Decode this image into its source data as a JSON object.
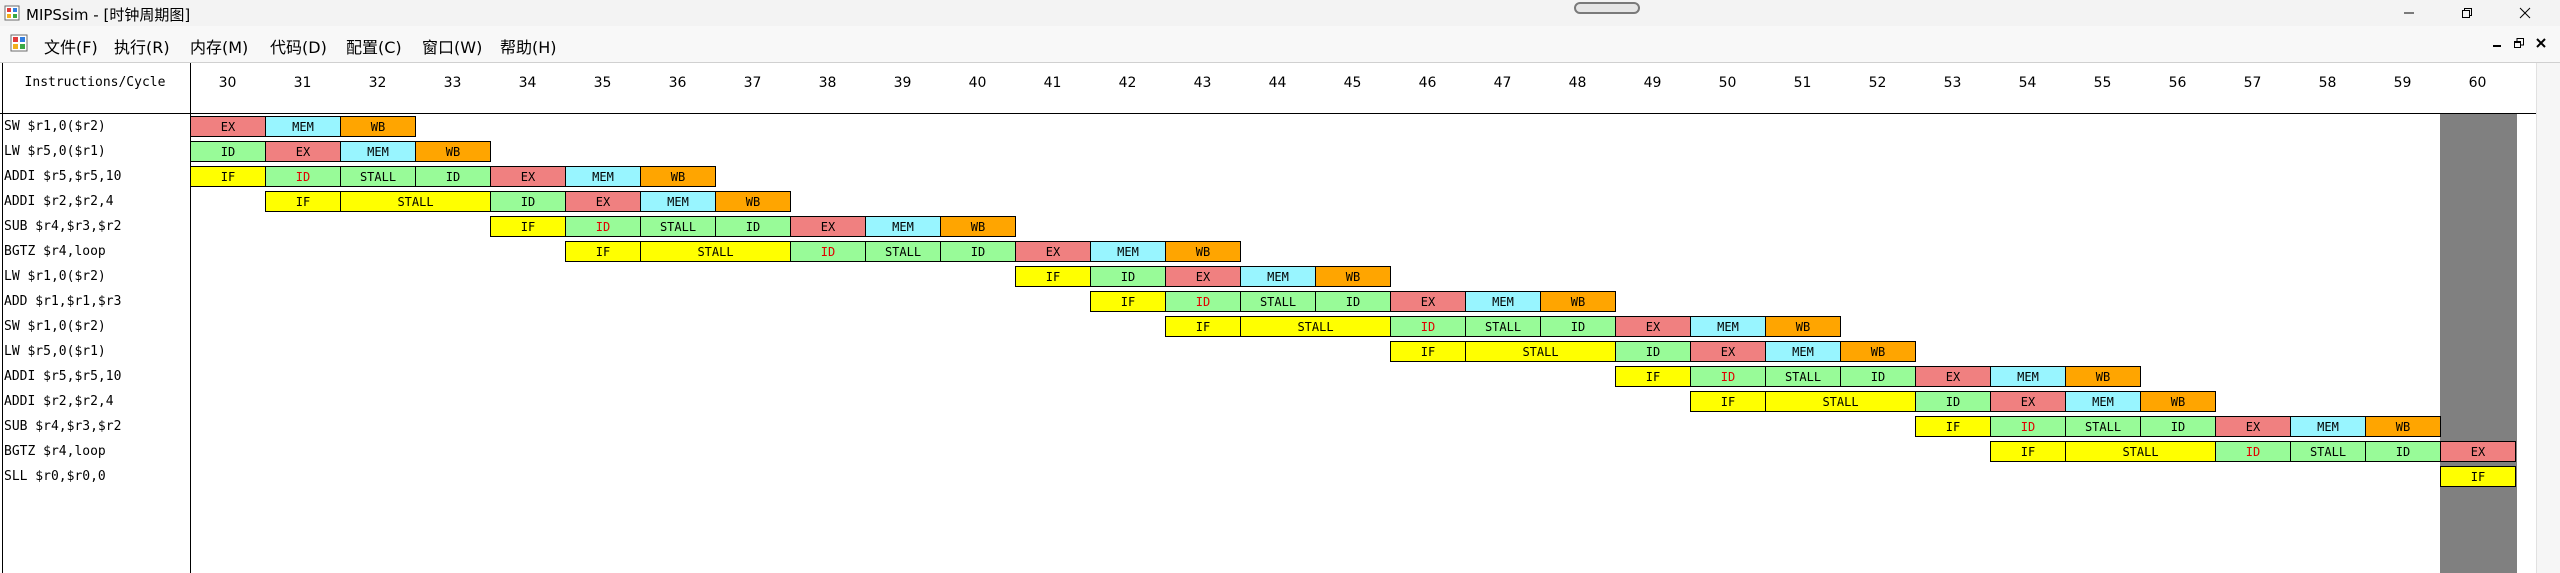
{
  "window": {
    "title": "MIPSsim - [时钟周期图]"
  },
  "menu": [
    {
      "label": "文件(F)"
    },
    {
      "label": "执行(R)"
    },
    {
      "label": "内存(M)"
    },
    {
      "label": "代码(D)"
    },
    {
      "label": "配置(C)"
    },
    {
      "label": "窗口(W)"
    },
    {
      "label": "帮助(H)"
    }
  ],
  "grid": {
    "header_label": "Instructions/Cycle",
    "cycles": [
      "30",
      "31",
      "32",
      "33",
      "34",
      "35",
      "36",
      "37",
      "38",
      "39",
      "40",
      "41",
      "42",
      "43",
      "44",
      "45",
      "46",
      "47",
      "48",
      "49",
      "50",
      "51",
      "52",
      "53",
      "54",
      "55",
      "56",
      "57",
      "58",
      "59",
      "60"
    ]
  },
  "colors": {
    "IF": "#ffff00",
    "ID": "#98fb98",
    "STALL": "#98fb98",
    "EX": "#f08080",
    "MEM": "#98f5ff",
    "WB": "#ffa500",
    "STALL_IF": "#ffff00",
    "red_text": "#e00000",
    "scroll_gray": "#808080"
  },
  "instructions": [
    {
      "text": "SW $r1,0($r2)",
      "stages": [
        {
          "c": 30,
          "s": "EX"
        },
        {
          "c": 31,
          "s": "MEM"
        },
        {
          "c": 32,
          "s": "WB"
        }
      ]
    },
    {
      "text": "LW $r5,0($r1)",
      "stages": [
        {
          "c": 30,
          "s": "ID"
        },
        {
          "c": 31,
          "s": "EX"
        },
        {
          "c": 32,
          "s": "MEM"
        },
        {
          "c": 33,
          "s": "WB"
        }
      ]
    },
    {
      "text": "ADDI $r5,$r5,10",
      "stages": [
        {
          "c": 30,
          "s": "IF"
        },
        {
          "c": 31,
          "s": "ID",
          "red": true
        },
        {
          "c": 32,
          "s": "STALL"
        },
        {
          "c": 33,
          "s": "ID"
        },
        {
          "c": 34,
          "s": "EX"
        },
        {
          "c": 35,
          "s": "MEM"
        },
        {
          "c": 36,
          "s": "WB"
        }
      ]
    },
    {
      "text": "ADDI $r2,$r2,4",
      "stages": [
        {
          "c": 31,
          "s": "IF"
        },
        {
          "c": 32,
          "s": "STALL",
          "span": 2,
          "kind": "IF"
        },
        {
          "c": 34,
          "s": "ID"
        },
        {
          "c": 35,
          "s": "EX"
        },
        {
          "c": 36,
          "s": "MEM"
        },
        {
          "c": 37,
          "s": "WB"
        }
      ]
    },
    {
      "text": "SUB $r4,$r3,$r2",
      "stages": [
        {
          "c": 34,
          "s": "IF"
        },
        {
          "c": 35,
          "s": "ID",
          "red": true
        },
        {
          "c": 36,
          "s": "STALL"
        },
        {
          "c": 37,
          "s": "ID"
        },
        {
          "c": 38,
          "s": "EX"
        },
        {
          "c": 39,
          "s": "MEM"
        },
        {
          "c": 40,
          "s": "WB"
        }
      ]
    },
    {
      "text": "BGTZ $r4,loop",
      "stages": [
        {
          "c": 35,
          "s": "IF"
        },
        {
          "c": 36,
          "s": "STALL",
          "span": 2,
          "kind": "IF"
        },
        {
          "c": 38,
          "s": "ID",
          "red": true
        },
        {
          "c": 39,
          "s": "STALL"
        },
        {
          "c": 40,
          "s": "ID"
        },
        {
          "c": 41,
          "s": "EX"
        },
        {
          "c": 42,
          "s": "MEM"
        },
        {
          "c": 43,
          "s": "WB"
        }
      ]
    },
    {
      "text": "LW $r1,0($r2)",
      "stages": [
        {
          "c": 41,
          "s": "IF"
        },
        {
          "c": 42,
          "s": "ID"
        },
        {
          "c": 43,
          "s": "EX"
        },
        {
          "c": 44,
          "s": "MEM"
        },
        {
          "c": 45,
          "s": "WB"
        }
      ]
    },
    {
      "text": "ADD $r1,$r1,$r3",
      "stages": [
        {
          "c": 42,
          "s": "IF"
        },
        {
          "c": 43,
          "s": "ID",
          "red": true
        },
        {
          "c": 44,
          "s": "STALL"
        },
        {
          "c": 45,
          "s": "ID"
        },
        {
          "c": 46,
          "s": "EX"
        },
        {
          "c": 47,
          "s": "MEM"
        },
        {
          "c": 48,
          "s": "WB"
        }
      ]
    },
    {
      "text": "SW $r1,0($r2)",
      "stages": [
        {
          "c": 43,
          "s": "IF"
        },
        {
          "c": 44,
          "s": "STALL",
          "span": 2,
          "kind": "IF"
        },
        {
          "c": 46,
          "s": "ID",
          "red": true
        },
        {
          "c": 47,
          "s": "STALL"
        },
        {
          "c": 48,
          "s": "ID"
        },
        {
          "c": 49,
          "s": "EX"
        },
        {
          "c": 50,
          "s": "MEM"
        },
        {
          "c": 51,
          "s": "WB"
        }
      ]
    },
    {
      "text": "LW $r5,0($r1)",
      "stages": [
        {
          "c": 46,
          "s": "IF"
        },
        {
          "c": 47,
          "s": "STALL",
          "span": 2,
          "kind": "IF"
        },
        {
          "c": 49,
          "s": "ID"
        },
        {
          "c": 50,
          "s": "EX"
        },
        {
          "c": 51,
          "s": "MEM"
        },
        {
          "c": 52,
          "s": "WB"
        }
      ]
    },
    {
      "text": "ADDI $r5,$r5,10",
      "stages": [
        {
          "c": 49,
          "s": "IF"
        },
        {
          "c": 50,
          "s": "ID",
          "red": true
        },
        {
          "c": 51,
          "s": "STALL"
        },
        {
          "c": 52,
          "s": "ID"
        },
        {
          "c": 53,
          "s": "EX"
        },
        {
          "c": 54,
          "s": "MEM"
        },
        {
          "c": 55,
          "s": "WB"
        }
      ]
    },
    {
      "text": "ADDI $r2,$r2,4",
      "stages": [
        {
          "c": 50,
          "s": "IF"
        },
        {
          "c": 51,
          "s": "STALL",
          "span": 2,
          "kind": "IF"
        },
        {
          "c": 53,
          "s": "ID"
        },
        {
          "c": 54,
          "s": "EX"
        },
        {
          "c": 55,
          "s": "MEM"
        },
        {
          "c": 56,
          "s": "WB"
        }
      ]
    },
    {
      "text": "SUB $r4,$r3,$r2",
      "stages": [
        {
          "c": 53,
          "s": "IF"
        },
        {
          "c": 54,
          "s": "ID",
          "red": true
        },
        {
          "c": 55,
          "s": "STALL"
        },
        {
          "c": 56,
          "s": "ID"
        },
        {
          "c": 57,
          "s": "EX"
        },
        {
          "c": 58,
          "s": "MEM"
        },
        {
          "c": 59,
          "s": "WB"
        }
      ]
    },
    {
      "text": "BGTZ $r4,loop",
      "stages": [
        {
          "c": 54,
          "s": "IF"
        },
        {
          "c": 55,
          "s": "STALL",
          "span": 2,
          "kind": "IF"
        },
        {
          "c": 57,
          "s": "ID",
          "red": true
        },
        {
          "c": 58,
          "s": "STALL"
        },
        {
          "c": 59,
          "s": "ID"
        },
        {
          "c": 60,
          "s": "EX"
        }
      ]
    },
    {
      "text": "SLL $r0,$r0,0",
      "stages": [
        {
          "c": 60,
          "s": "IF"
        }
      ]
    }
  ]
}
